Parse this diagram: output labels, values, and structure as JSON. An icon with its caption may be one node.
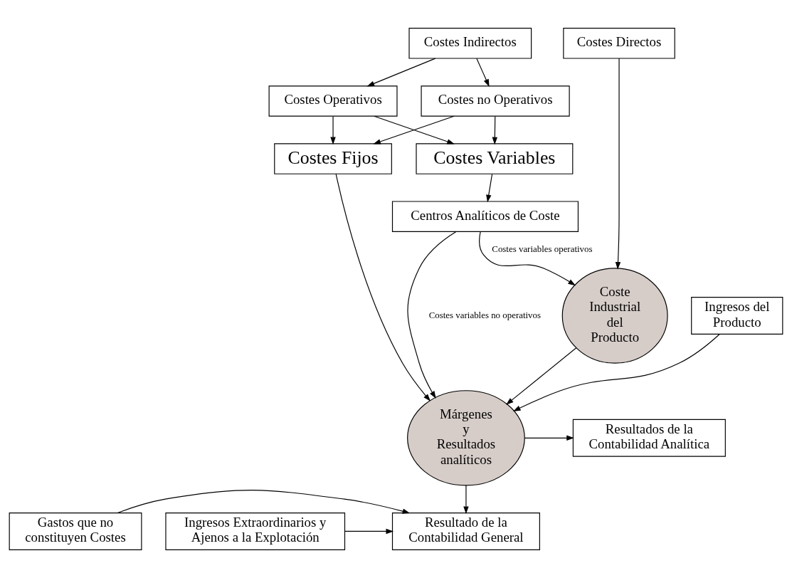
{
  "diagram": {
    "nodes": [
      {
        "text": [
          "Costes Indirectos"
        ]
      },
      {
        "text": [
          "Costes Directos"
        ]
      },
      {
        "text": [
          "Costes Operativos"
        ]
      },
      {
        "text": [
          "Costes no Operativos"
        ]
      },
      {
        "text": [
          "Costes Variables"
        ]
      },
      {
        "text": [
          "Costes Fijos"
        ]
      },
      {
        "text": [
          "Centros Analíticos de Coste"
        ]
      },
      {
        "text": [
          "Coste Industrial del Producto"
        ]
      },
      {
        "text": [
          "Ingresos del Producto"
        ]
      },
      {
        "text": [
          "Resultados de la Contabilidad Analítica"
        ]
      },
      {
        "text": [
          "Márgenes y Resultados analíticos"
        ]
      },
      {
        "text": [
          "Gastos que no constituyen Costes"
        ]
      },
      {
        "text": [
          "Resultado de la Contabilidad General"
        ]
      },
      {
        "text": [
          "Ingresos Extraordinarios y Ajenos a la Explotación"
        ]
      }
    ],
    "edges": [
      {
        "from": 0,
        "to": 2,
        "arrow": "to"
      },
      {
        "from": 0,
        "to": 3,
        "arrow": "to"
      },
      {
        "from": 2,
        "to": 4,
        "arrow": "to"
      },
      {
        "from": 3,
        "to": 4,
        "arrow": "to"
      },
      {
        "from": 2,
        "to": 5,
        "arrow": "to"
      },
      {
        "from": 3,
        "to": 5,
        "arrow": "to"
      },
      {
        "from": 4,
        "to": 6,
        "arrow": "to"
      },
      {
        "from": 6,
        "to": 7,
        "arrow": "to",
        "label": "Costes variables operativos"
      },
      {
        "from": 1,
        "to": 7,
        "arrow": "to"
      },
      {
        "from": 5,
        "to": 10,
        "arrow": "to"
      },
      {
        "from": 6,
        "to": 10,
        "arrow": "to",
        "label": "Costes variables no operativos"
      },
      {
        "from": 8,
        "to": 10,
        "arrow": "to"
      },
      {
        "from": 7,
        "to": 10,
        "arrow": "to"
      },
      {
        "from": 10,
        "to": 9,
        "arrow": "to"
      },
      {
        "from": 10,
        "to": 12,
        "arrow": "to"
      },
      {
        "from": 11,
        "to": 12,
        "arrow": "to"
      },
      {
        "from": 13,
        "to": 12,
        "arrow": "to"
      }
    ]
  }
}
